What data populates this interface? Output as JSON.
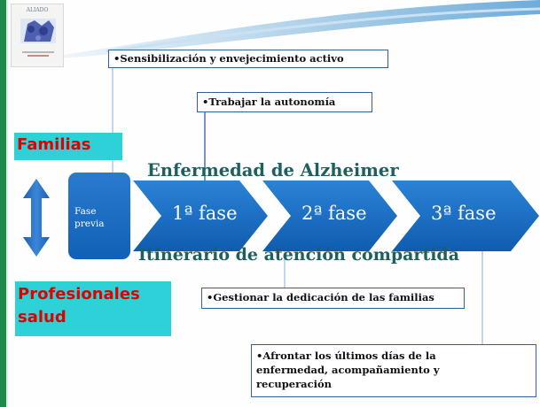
{
  "logo": {
    "title": "ALIADO"
  },
  "callouts": {
    "sensibilizacion": "•Sensibilización y envejecimiento activo",
    "autonomia": "•Trabajar la autonomía",
    "dedicacion": "•Gestionar la dedicación de las familias",
    "afrontar_line1": "•Afrontar los últimos días de la",
    "afrontar_line2": "enfermedad, acompañamiento y",
    "afrontar_line3": "recuperación"
  },
  "roles": {
    "familias": "Familias",
    "profesionales_line1": "Profesionales",
    "profesionales_line2": "salud"
  },
  "phases": {
    "previa_line1": "Fase",
    "previa_line2": "previa",
    "fase1": "1ª fase",
    "fase2": "2ª fase",
    "fase3": "3ª fase"
  },
  "titles": {
    "top": "Enfermedad de Alzheimer",
    "bottom": "Itinerario de atención compartida"
  },
  "colors": {
    "phase_blue": "#1565c0",
    "label_cyan": "#2fd1d9",
    "label_red": "#e00000",
    "title_teal": "#1d6060",
    "box_border": "#2e5fa0"
  }
}
